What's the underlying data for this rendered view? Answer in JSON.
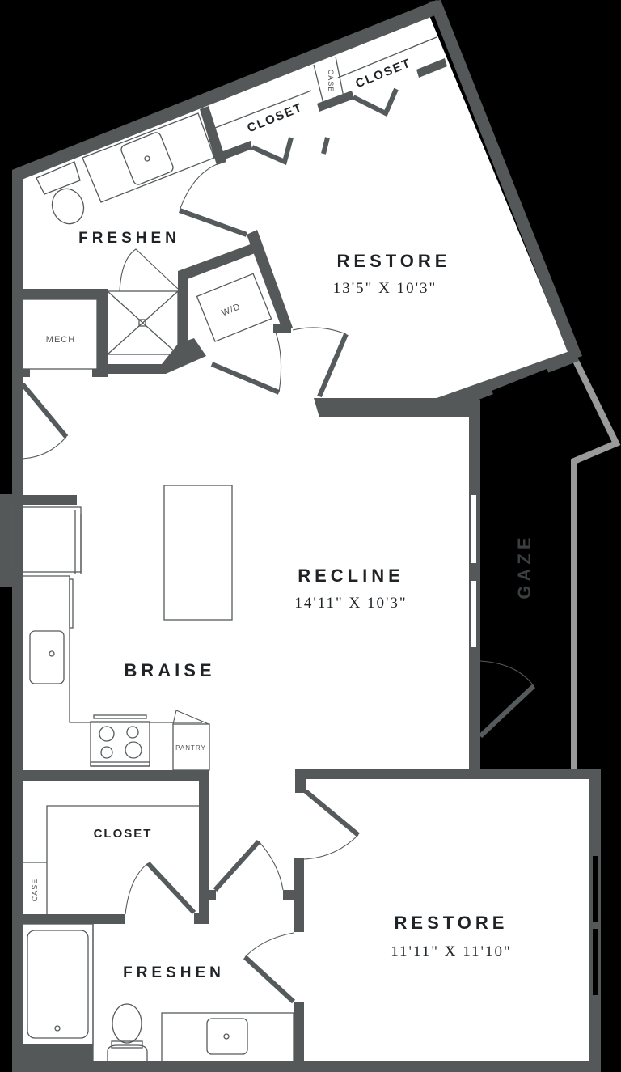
{
  "plan": {
    "colors": {
      "background": "#000000",
      "wall": "#545859",
      "floor": "#ffffff",
      "balcony_rail": "#9a9a9a",
      "text": "#1f2326"
    },
    "rooms": {
      "bedroom_main": {
        "label": "RESTORE",
        "dimensions": "13'5\" X 10'3\""
      },
      "living": {
        "label": "RECLINE",
        "dimensions": "14'11\" X 10'3\""
      },
      "kitchen": {
        "label": "BRAISE"
      },
      "bedroom_second": {
        "label": "RESTORE",
        "dimensions": "11'11\" X 11'10\""
      },
      "bath_top": {
        "label": "FRESHEN"
      },
      "bath_bottom": {
        "label": "FRESHEN"
      },
      "balcony": {
        "label": "GAZE"
      },
      "closet_top_left": {
        "label": "CLOSET"
      },
      "closet_top_right": {
        "label": "CLOSET"
      },
      "case_top": {
        "label": "CASE"
      },
      "closet_bottom": {
        "label": "CLOSET"
      },
      "case_bottom": {
        "label": "CASE"
      },
      "mech": {
        "label": "MECH"
      },
      "laundry": {
        "label": "W/D"
      },
      "pantry": {
        "label": "PANTRY"
      }
    }
  }
}
